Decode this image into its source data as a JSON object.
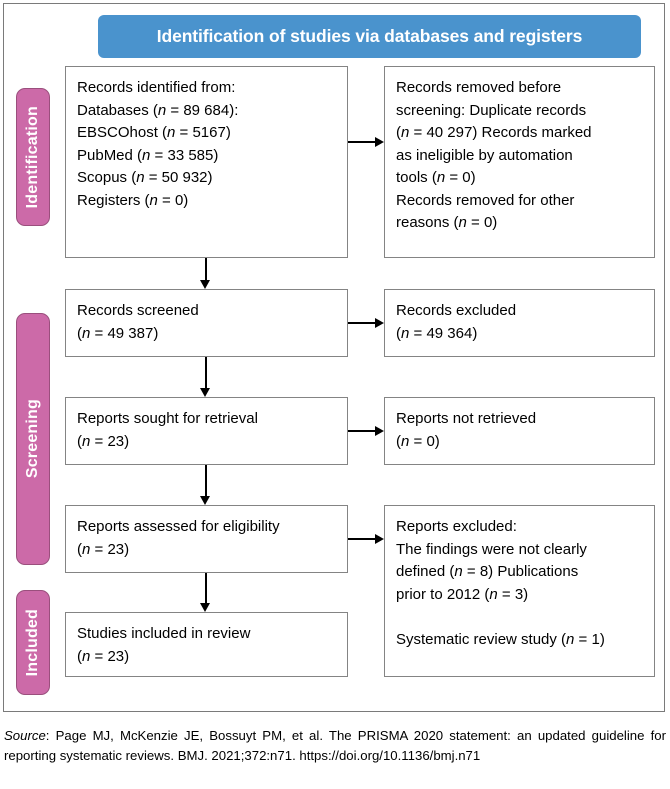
{
  "banner": {
    "title": "Identification of studies via databases and registers"
  },
  "stages": [
    {
      "id": "identification",
      "label": "Identification"
    },
    {
      "id": "screening",
      "label": "Screening"
    },
    {
      "id": "included",
      "label": "Included"
    }
  ],
  "boxes": {
    "identified": {
      "name": "records-identified",
      "lines": [
        "Records identified from:",
        "Databases (n = 89 684):",
        "EBSCOhost (n = 5167)",
        "PubMed (n = 33 585)",
        "Scopus (n = 50 932)",
        "Registers (n = 0)"
      ]
    },
    "removed": {
      "name": "records-removed",
      "lines": [
        "Records removed before",
        "screening: Duplicate records",
        "(n = 40 297) Records marked",
        "as ineligible by automation",
        "tools (n = 0)",
        "Records removed for other",
        "reasons (n = 0)"
      ]
    },
    "screened": {
      "name": "records-screened",
      "lines": [
        "Records screened",
        "(n = 49 387)"
      ]
    },
    "excluded_records": {
      "name": "records-excluded",
      "lines": [
        "Records excluded",
        "(n = 49 364)"
      ]
    },
    "sought": {
      "name": "reports-sought-for-retrieval",
      "lines": [
        "Reports sought for retrieval",
        "(n = 23)"
      ]
    },
    "not_retrieved": {
      "name": "reports-not-retrieved",
      "lines": [
        "Reports not retrieved",
        "(n = 0)"
      ]
    },
    "assessed": {
      "name": "reports-assessed-for-eligibility",
      "lines": [
        "Reports assessed for eligibility",
        "(n = 23)"
      ]
    },
    "excluded_reports": {
      "name": "reports-excluded",
      "lines": [
        "Reports excluded:",
        "The findings were not clearly",
        "defined (n = 8) Publications",
        "prior to 2012 (n = 3)",
        "",
        "Systematic review study (n = 1)"
      ]
    },
    "included": {
      "name": "studies-included-in-review",
      "lines": [
        "Studies included in review",
        "(n = 23)"
      ]
    }
  },
  "source": {
    "label": "Source",
    "text": ": Page MJ, McKenzie JE, Bossuyt PM, et al. The PRISMA 2020 statement: an updated guideline for reporting systematic reviews. BMJ. 2021;372:n71. https://doi.org/10.1136/bmj.n71"
  },
  "colors": {
    "banner_blue": "#4a93cd",
    "stage_pink": "#cc6aa8",
    "box_border": "#848484",
    "frame_border": "#7a7a7a",
    "connector": "#000000",
    "text": "#000000"
  }
}
